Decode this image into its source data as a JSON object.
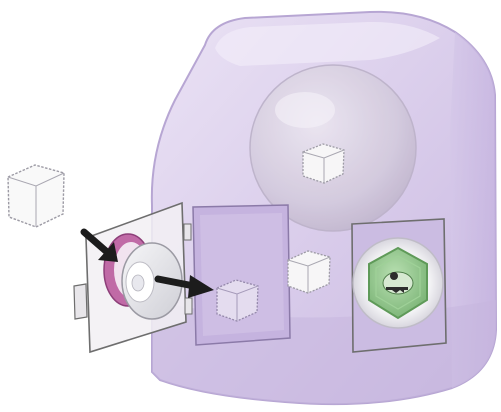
{
  "colors": {
    "background": "#ffffff",
    "compartment_fill": "#d9cdeb",
    "compartment_edge": "#b9a9d6",
    "sphere_fill": "#cfc6db",
    "membrane_pocket": "#c5b3df",
    "door_frame": "#6e6e6e",
    "protein_fill": "#f4f2f4",
    "protein_edge": "#9c9aa4",
    "gate_green": "#9ccf95",
    "gate_green_edge": "#5f9a59",
    "rotor_pink": "#c06aa6",
    "arrow": "#1c1c1c"
  },
  "icons": {
    "outer_compartment": "translucent-purple-box",
    "inner_sphere": "translucent-sphere",
    "cargo_protein": "fuzzy-white-cube",
    "transporter": "rotor-wheel-transporter",
    "gated_channel": "hexagonal-green-lock",
    "key": "key-icon",
    "arrow": "black-arrow"
  }
}
